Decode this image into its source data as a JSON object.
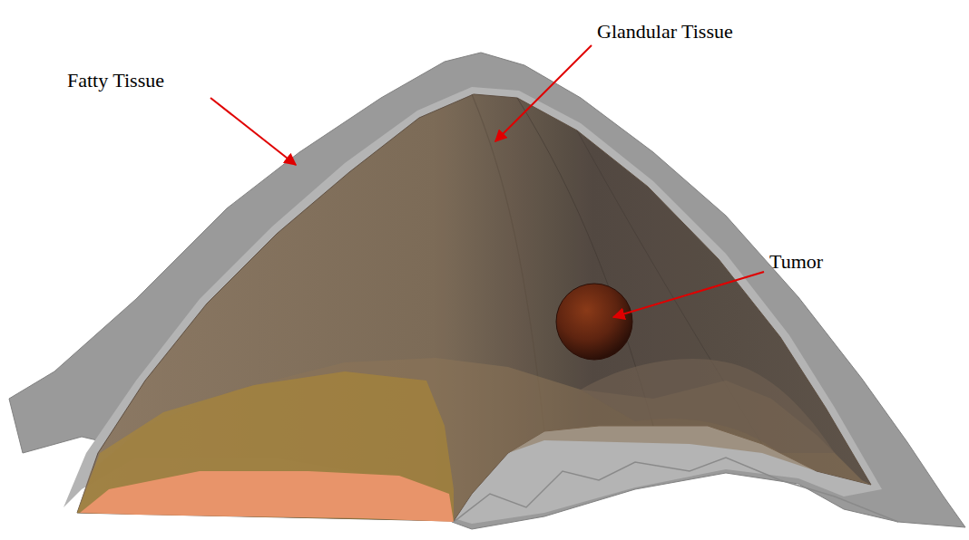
{
  "diagram": {
    "labels": [
      "Fatty Tissue",
      "Glandular Tissue",
      "Tumor"
    ]
  }
}
